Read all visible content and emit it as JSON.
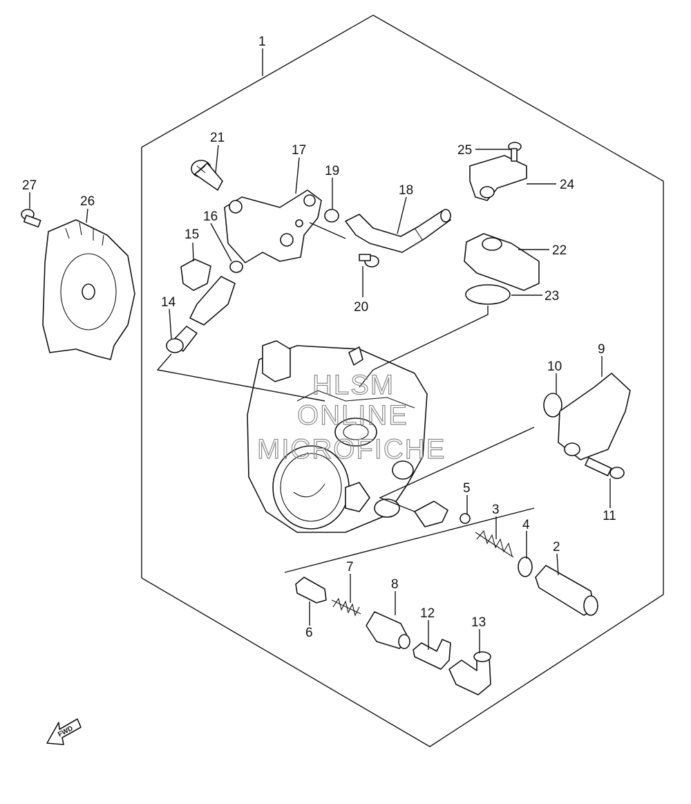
{
  "diagram": {
    "callouts": {
      "c1": "1",
      "c2": "2",
      "c3": "3",
      "c4": "4",
      "c5": "5",
      "c6": "6",
      "c7": "7",
      "c8": "8",
      "c9": "9",
      "c10": "10",
      "c11": "11",
      "c12": "12",
      "c13": "13",
      "c14": "14",
      "c15": "15",
      "c16": "16",
      "c17": "17",
      "c18": "18",
      "c19": "19",
      "c20": "20",
      "c21": "21",
      "c22": "22",
      "c23": "23",
      "c24": "24",
      "c25": "25",
      "c26": "26",
      "c27": "27"
    },
    "fwd_label": "FWD",
    "watermark": [
      "HLSM",
      "ONLINE",
      "MICROFICHE"
    ]
  }
}
